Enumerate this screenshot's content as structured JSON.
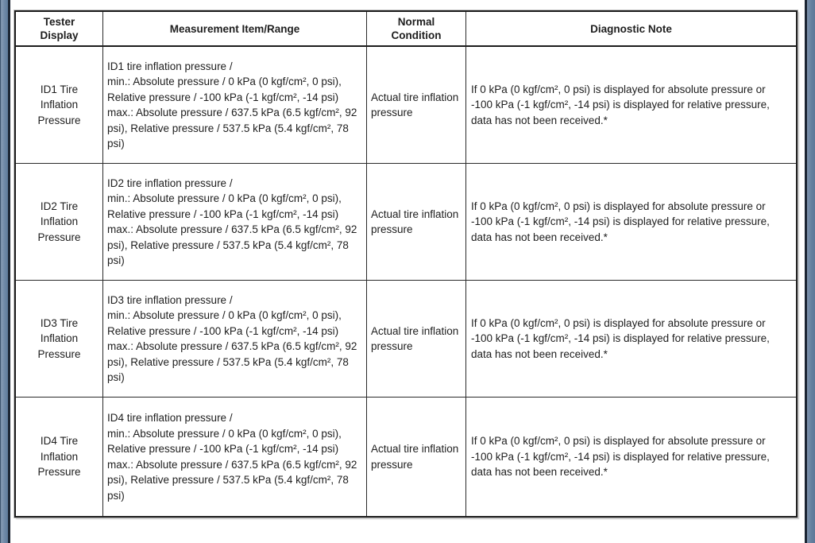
{
  "page": {
    "kind": "service-manual-diagnostic-table"
  },
  "colors": {
    "edge_strip_blue": "#64809f",
    "edge_strip_border": "#1b2533",
    "table_border": "#1c1c1c",
    "text": "#1e1e1e",
    "background": "#ffffff"
  },
  "table": {
    "headers": {
      "tester_display": [
        "Tester",
        "Display"
      ],
      "measurement": [
        "Measurement Item/Range"
      ],
      "normal_condition": [
        "Normal",
        "Condition"
      ],
      "diagnostic_note": [
        "Diagnostic Note"
      ]
    },
    "rows": [
      {
        "tester_display": "ID1 Tire Inflation Pressure",
        "measurement_lines": [
          "ID1 tire inflation pressure /",
          "min.: Absolute pressure / 0 kPa (0 kgf/cm², 0 psi), Relative pressure / -100 kPa (-1 kgf/cm², -14 psi)",
          "max.: Absolute pressure / 637.5 kPa (6.5 kgf/cm², 92 psi), Relative pressure / 537.5 kPa (5.4 kgf/cm², 78 psi)"
        ],
        "normal_condition": "Actual tire inflation pressure",
        "diagnostic_note": "If 0 kPa (0 kgf/cm², 0 psi) is displayed for absolute pressure or -100 kPa (-1 kgf/cm², -14 psi) is displayed for relative pressure, data has not been received.*"
      },
      {
        "tester_display": "ID2 Tire Inflation Pressure",
        "measurement_lines": [
          "ID2 tire inflation pressure /",
          "min.: Absolute pressure / 0 kPa (0 kgf/cm², 0 psi), Relative pressure / -100 kPa (-1 kgf/cm², -14 psi)",
          "max.: Absolute pressure / 637.5 kPa (6.5 kgf/cm², 92 psi), Relative pressure / 537.5 kPa (5.4 kgf/cm², 78 psi)"
        ],
        "normal_condition": "Actual tire inflation pressure",
        "diagnostic_note": "If 0 kPa (0 kgf/cm², 0 psi) is displayed for absolute pressure or -100 kPa (-1 kgf/cm², -14 psi) is displayed for relative pressure, data has not been received.*"
      },
      {
        "tester_display": "ID3 Tire Inflation Pressure",
        "measurement_lines": [
          "ID3 tire inflation pressure /",
          "min.: Absolute pressure / 0 kPa (0 kgf/cm², 0 psi), Relative pressure / -100 kPa (-1 kgf/cm², -14 psi)",
          "max.: Absolute pressure / 637.5 kPa (6.5 kgf/cm², 92 psi), Relative pressure / 537.5 kPa (5.4 kgf/cm², 78 psi)"
        ],
        "normal_condition": "Actual tire inflation pressure",
        "diagnostic_note": "If 0 kPa (0 kgf/cm², 0 psi) is displayed for absolute pressure or -100 kPa (-1 kgf/cm², -14 psi) is displayed for relative pressure, data has not been received.*"
      },
      {
        "tester_display": "ID4 Tire Inflation Pressure",
        "measurement_lines": [
          "ID4 tire inflation pressure /",
          "min.: Absolute pressure / 0 kPa (0 kgf/cm², 0 psi), Relative pressure / -100 kPa (-1 kgf/cm², -14 psi)",
          "max.: Absolute pressure / 637.5 kPa (6.5 kgf/cm², 92 psi), Relative pressure / 537.5 kPa (5.4 kgf/cm², 78 psi)"
        ],
        "normal_condition": "Actual tire inflation pressure",
        "diagnostic_note": "If 0 kPa (0 kgf/cm², 0 psi) is displayed for absolute pressure or -100 kPa (-1 kgf/cm², -14 psi) is displayed for relative pressure, data has not been received.*"
      }
    ]
  }
}
